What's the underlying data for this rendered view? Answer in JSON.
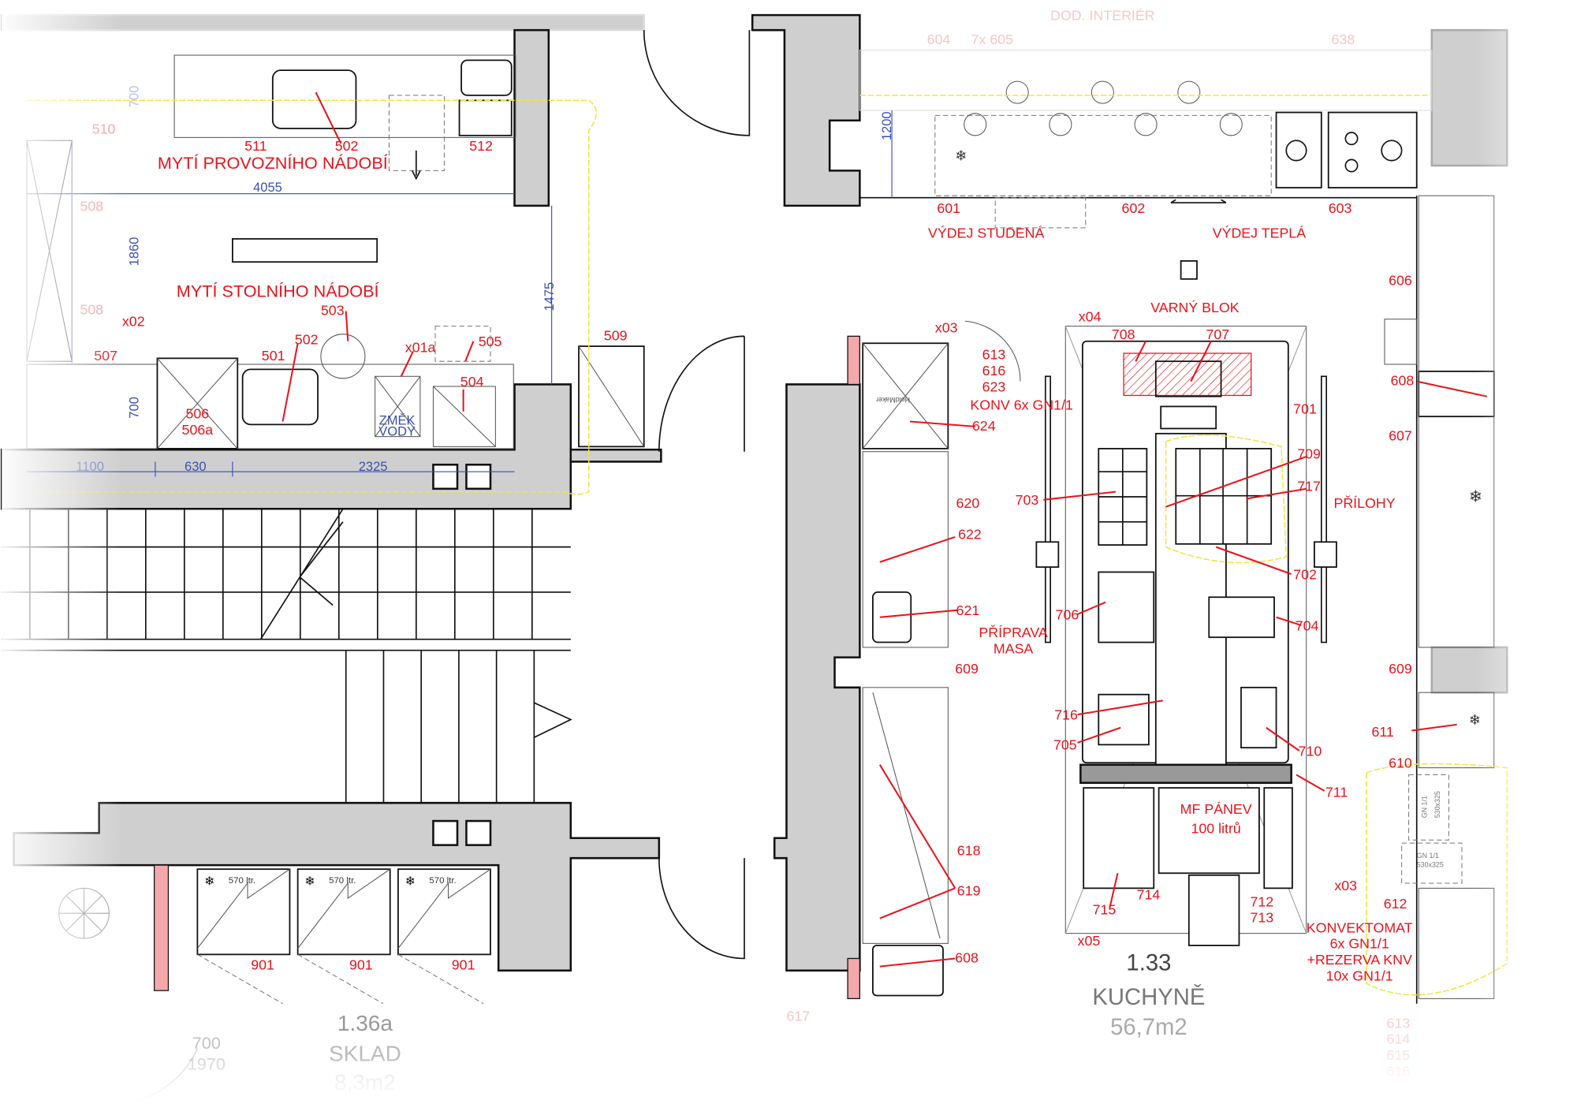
{
  "zones": {
    "wash_operational": "MYTÍ PROVOZNÍHO NÁDOBÍ",
    "wash_tableware": "MYTÍ STOLNÍHO NÁDOBÍ",
    "serve_cold": "VÝDEJ STUDENÁ",
    "serve_hot": "VÝDEJ TEPLÁ",
    "cooking_block": "VARNÝ BLOK",
    "side_dishes": "PŘÍLOHY",
    "meat_prep_1": "PŘÍPRAVA",
    "meat_prep_2": "MASA",
    "konv_note": "KONV 6x GN1/1",
    "mf_pan_1": "MF PÁNEV",
    "mf_pan_2": "100 litrů",
    "combi_1": "KONVEKTOMAT",
    "combi_2": "6x GN1/1",
    "combi_3": "+REZERVA KNV",
    "combi_4": "10x GN1/1",
    "interior_supply": "DOD. INTERIÉR",
    "water_softener_1": "ZMĚK",
    "water_softener_2": "VODY"
  },
  "dimensions": {
    "d4055": "4055",
    "d1860": "1860",
    "d1475": "1475",
    "d700a": "700",
    "d700b": "700",
    "d1100": "1100",
    "d630": "630",
    "d2325": "2325",
    "d1200": "1200",
    "door_w": "700",
    "door_h": "1970"
  },
  "items": {
    "i511": "511",
    "i502a": "502",
    "i512": "512",
    "i510": "510",
    "i508a": "508",
    "i508b": "508",
    "i503": "503",
    "x02": "x02",
    "i502b": "502",
    "x01a": "x01a",
    "i505": "505",
    "i507": "507",
    "i501": "501",
    "i504": "504",
    "i506": "506",
    "i506a": "506a",
    "i509": "509",
    "i601": "601",
    "i602": "602",
    "i603": "603",
    "i604": "604",
    "i605": "7x 605",
    "i638": "638",
    "i606": "606",
    "x04": "x04",
    "x03a": "x03",
    "i708": "708",
    "i707": "707",
    "i613": "613",
    "i616": "616",
    "i623": "623",
    "i701": "701",
    "i608a": "608",
    "i624": "624",
    "i607": "607",
    "i709": "709",
    "i717": "717",
    "i703": "703",
    "i620": "620",
    "i622": "622",
    "i702": "702",
    "i621": "621",
    "i706": "706",
    "i704": "704",
    "i609a": "609",
    "i609b": "609",
    "i716": "716",
    "i611": "611",
    "i705": "705",
    "i710": "710",
    "i610": "610",
    "i711": "711",
    "i618": "618",
    "i619": "619",
    "i714": "714",
    "x03b": "x03",
    "i712": "712",
    "i713": "713",
    "i715": "715",
    "i612": "612",
    "x05": "x05",
    "i608b": "608",
    "i617": "617",
    "i613b": "613",
    "i614": "614",
    "i615": "615",
    "i616b": "616",
    "i901a": "901",
    "i901b": "901",
    "i901c": "901"
  },
  "freezers": [
    "570 ltr.",
    "570 ltr.",
    "570 ltr."
  ],
  "gn_labels": {
    "a1": "GN 1/1",
    "a2": "530x325",
    "b1": "GN 1/1",
    "b2": "530x325"
  },
  "appliance_brand": "HoldMaker",
  "rooms": {
    "store": {
      "number": "1.36a",
      "name": "SKLAD",
      "area": "8,3m2"
    },
    "kitchen": {
      "number": "1.33",
      "name": "KUCHYNĚ",
      "area": "56,7m2"
    }
  },
  "colors": {
    "annotation": "#e8141c",
    "dimension": "#3a4fb0",
    "wall": "#cfcfcf",
    "revision_cloud": "#f0e640"
  }
}
